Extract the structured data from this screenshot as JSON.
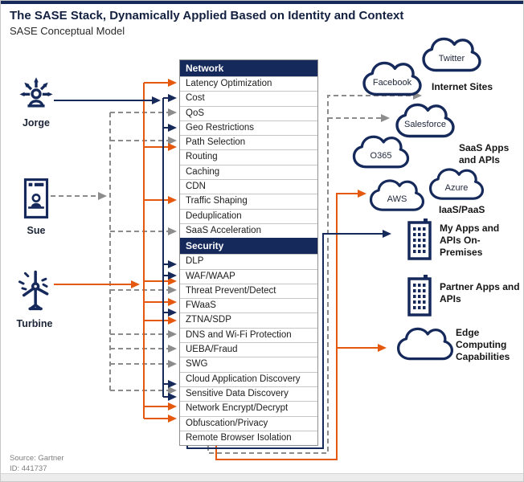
{
  "title": "The SASE Stack, Dynamically Applied Based on Identity and Context",
  "subtitle": "SASE Conceptual Model",
  "entities": [
    {
      "label": "Jorge",
      "icon": "roaming-user-icon",
      "line_style": "navy-solid"
    },
    {
      "label": "Sue",
      "icon": "mobile-user-icon",
      "line_style": "gray-dashed"
    },
    {
      "label": "Turbine",
      "icon": "wind-turbine-icon",
      "line_style": "orange-solid"
    }
  ],
  "stack": {
    "sections": [
      {
        "header": "Network",
        "items": [
          "Latency Optimization",
          "Cost",
          "QoS",
          "Geo Restrictions",
          "Path Selection",
          "Routing",
          "Caching",
          "CDN",
          "Traffic Shaping",
          "Deduplication",
          "SaaS Acceleration"
        ]
      },
      {
        "header": "Security",
        "items": [
          "DLP",
          "WAF/WAAP",
          "Threat Prevent/Detect",
          "FWaaS",
          "ZTNA/SDP",
          "DNS and Wi-Fi Protection",
          "UEBA/Fraud",
          "SWG",
          "Cloud Application Discovery",
          "Sensitive Data Discovery",
          "Network Encrypt/Decrypt",
          "Obfuscation/Privacy",
          "Remote Browser Isolation"
        ]
      }
    ]
  },
  "destinations": {
    "clouds": [
      {
        "label": "Twitter"
      },
      {
        "label": "Facebook"
      },
      {
        "label": "Salesforce"
      },
      {
        "label": "O365"
      },
      {
        "label": "Azure"
      },
      {
        "label": "AWS"
      },
      {
        "label": ""
      }
    ],
    "groups": [
      {
        "label": "Internet Sites"
      },
      {
        "label": "SaaS Apps and APIs"
      },
      {
        "label": "IaaS/PaaS"
      },
      {
        "label": "My Apps and APIs On-Premises"
      },
      {
        "label": "Partner Apps and APIs"
      },
      {
        "label": "Edge Computing Capabilities"
      }
    ]
  },
  "connections": {
    "jorge_navy": [
      "Cost",
      "Geo Restrictions",
      "DLP",
      "WAF/WAAP",
      "FWaaS",
      "Cloud Application Discovery",
      "Sensitive Data Discovery",
      "My Apps and APIs On-Premises"
    ],
    "sue_gray": [
      "QoS",
      "Path Selection",
      "SaaS Acceleration",
      "Threat Prevent/Detect",
      "DNS and Wi-Fi Protection",
      "UEBA/Fraud",
      "SWG",
      "Sensitive Data Discovery",
      "Internet Sites",
      "Salesforce"
    ],
    "turbine_orange": [
      "Latency Optimization",
      "Path Selection",
      "Traffic Shaping",
      "WAF/WAAP",
      "FWaaS",
      "ZTNA/SDP",
      "Network Encrypt/Decrypt",
      "Obfuscation/Privacy",
      "AWS",
      "Edge Computing Capabilities"
    ]
  },
  "footer": {
    "source": "Source: Gartner",
    "id": "ID: 441737"
  },
  "colors": {
    "navy": "#15295B",
    "orange": "#E5590F",
    "gray": "#8C8C8C",
    "header_bg": "#15295B"
  }
}
